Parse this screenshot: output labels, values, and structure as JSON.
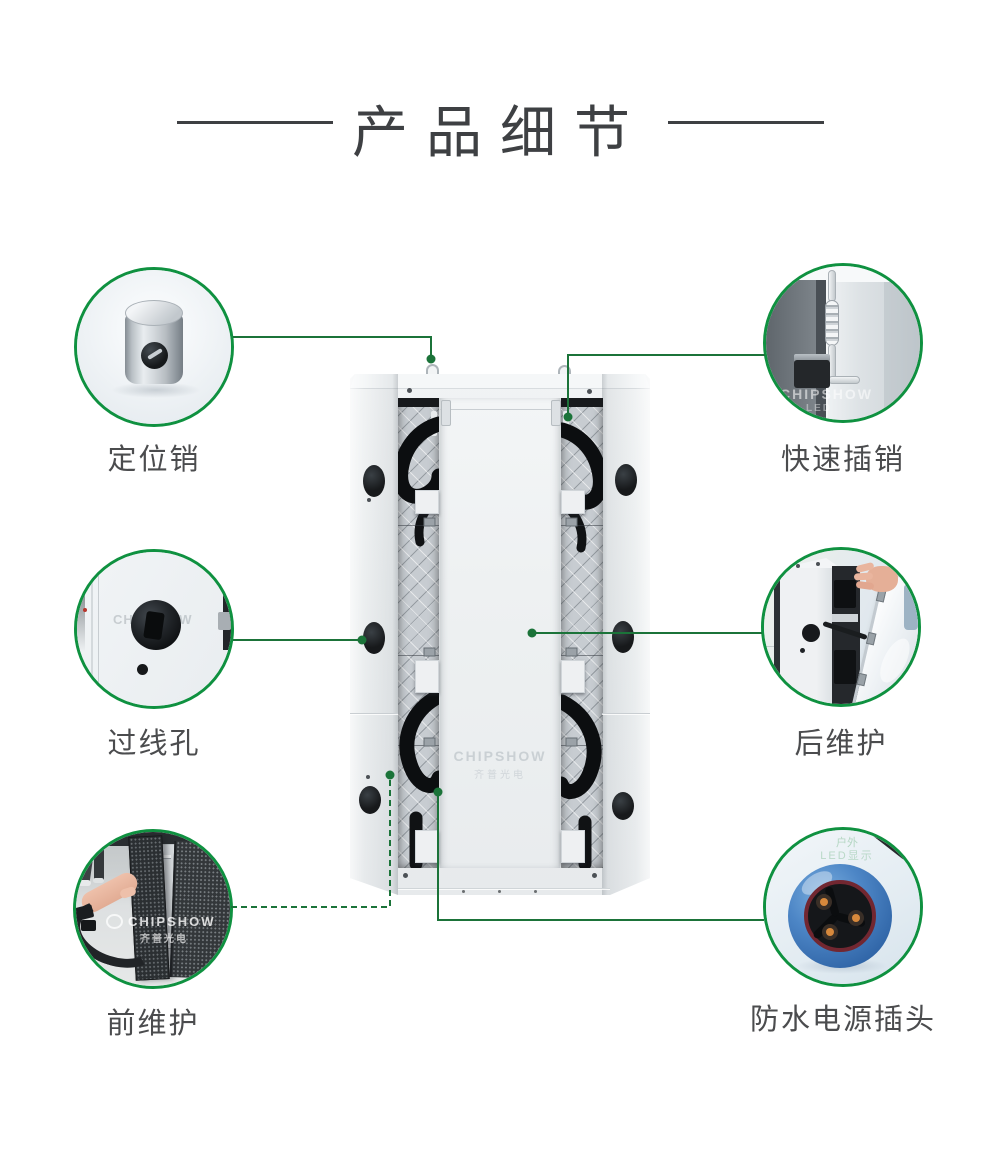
{
  "header": {
    "title": "产品细节"
  },
  "features": [
    {
      "id": "positioning-pin",
      "label": "定位销",
      "position": "top-left"
    },
    {
      "id": "quick-latch",
      "label": "快速插销",
      "position": "top-right"
    },
    {
      "id": "cable-hole",
      "label": "过线孔",
      "position": "middle-left"
    },
    {
      "id": "rear-maintenance",
      "label": "后维护",
      "position": "middle-right"
    },
    {
      "id": "front-maintenance",
      "label": "前维护",
      "position": "bottom-left"
    },
    {
      "id": "waterproof-plug",
      "label": "防水电源插头",
      "position": "bottom-right"
    }
  ],
  "watermark": {
    "brand": "CHIPSHOW",
    "brand_cn": "齐普光电",
    "led": "LED",
    "outdoor_line1": "户外",
    "outdoor_line2": "LED显示"
  },
  "colors": {
    "accent_green": "#0f9140",
    "line_green": "#1b7339",
    "title_text": "#3e4043",
    "label_text": "#4b4c4e"
  }
}
